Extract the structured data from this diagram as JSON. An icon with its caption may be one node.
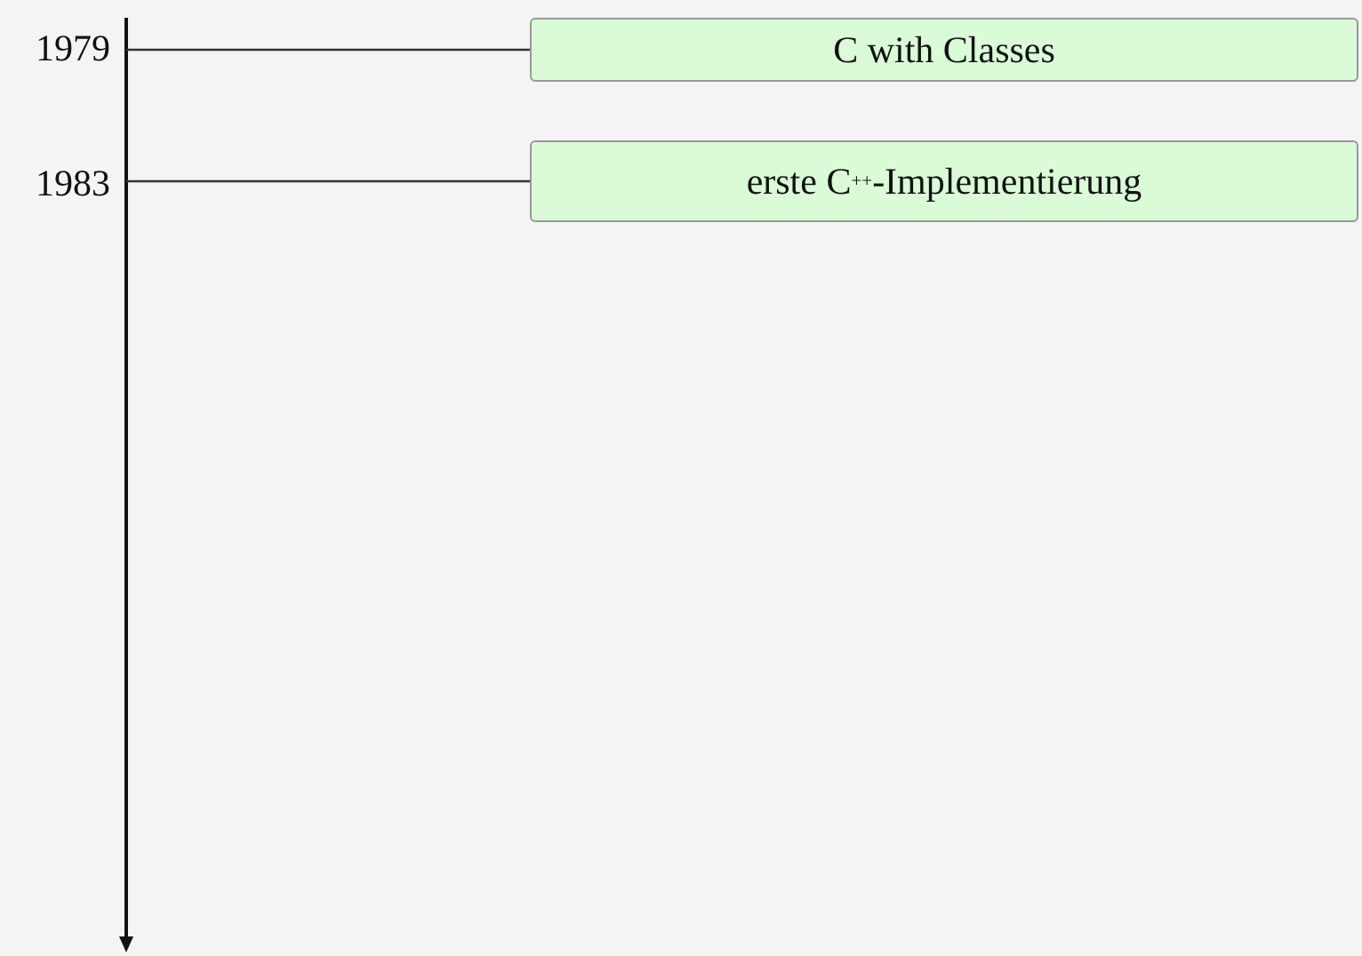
{
  "diagram": {
    "nodes": [
      {
        "text": [
          "1979"
        ]
      },
      {
        "text": [
          "C with Classes"
        ]
      },
      {
        "text": [
          "1983"
        ]
      },
      {
        "text": [
          "erste C$^{++}$-Implementierung"
        ]
      }
    ],
    "edges": [
      {
        "from": 0,
        "to": 1,
        "arrow": "none"
      },
      {
        "from": 2,
        "to": 3,
        "arrow": "none"
      }
    ]
  }
}
